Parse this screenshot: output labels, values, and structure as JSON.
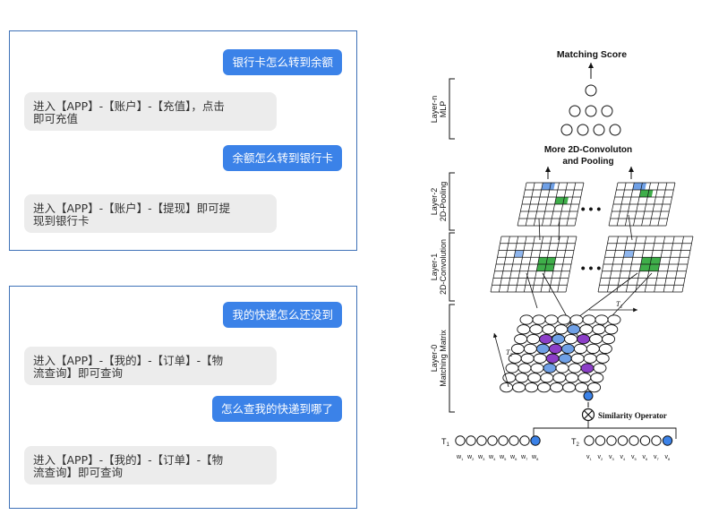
{
  "chat_1": {
    "messages": [
      {
        "role": "user",
        "text": "银行卡怎么转到余额"
      },
      {
        "role": "bot",
        "text": "进入【APP】-【账户】-【充值】，点击\n即可充值"
      },
      {
        "role": "user",
        "text": "余额怎么转到银行卡"
      },
      {
        "role": "bot",
        "text": "进入【APP】-【账户】-【提现】即可提\n现到银行卡"
      }
    ]
  },
  "chat_2": {
    "messages": [
      {
        "role": "user",
        "text": "我的快递怎么还没到"
      },
      {
        "role": "bot",
        "text": "进入【APP】-【我的】-【订单】-【物\n流查询】即可查询"
      },
      {
        "role": "user",
        "text": "怎么查我的快递到哪了"
      },
      {
        "role": "bot",
        "text": "进入【APP】-【我的】-【订单】-【物\n流查询】即可查询"
      }
    ]
  },
  "diagram": {
    "matching_score": "Matching Score",
    "more_conv": [
      "More 2D-Convoluton",
      "and Pooling"
    ],
    "layers": {
      "mlp": [
        "Layer-n",
        "MLP"
      ],
      "pooling": [
        "Layer-2",
        "2D-Pooling"
      ],
      "convolution": [
        "Layer-1",
        "2D-Convolution"
      ],
      "matching": [
        "Layer-0",
        "Matching Matrix"
      ]
    },
    "ellipsis": "• • •",
    "similarity_operator": "Similarity Operator",
    "t1": "T",
    "t1_sub": "1",
    "t2": "T",
    "t2_sub": "2",
    "t1_words": [
      "w",
      "w",
      "w",
      "w",
      "w",
      "w",
      "w",
      "w"
    ],
    "t1_subs": [
      "1",
      "2",
      "3",
      "4",
      "5",
      "6",
      "7",
      "8"
    ],
    "t2_words": [
      "v",
      "v",
      "v",
      "v",
      "v",
      "v",
      "v",
      "v"
    ],
    "t2_subs": [
      "1",
      "2",
      "3",
      "4",
      "5",
      "6",
      "7",
      "8"
    ],
    "matrix_label_t1": "T",
    "matrix_label_t1_sub": "1",
    "matrix_label_t2": "T",
    "matrix_label_t2_sub": "2",
    "colors": {
      "blue": "#6fa0e6",
      "green": "#3fae4a",
      "purple": "#8c3fc8",
      "light_blue": "#8fb6ee",
      "node_blue": "#3b82e8"
    }
  }
}
